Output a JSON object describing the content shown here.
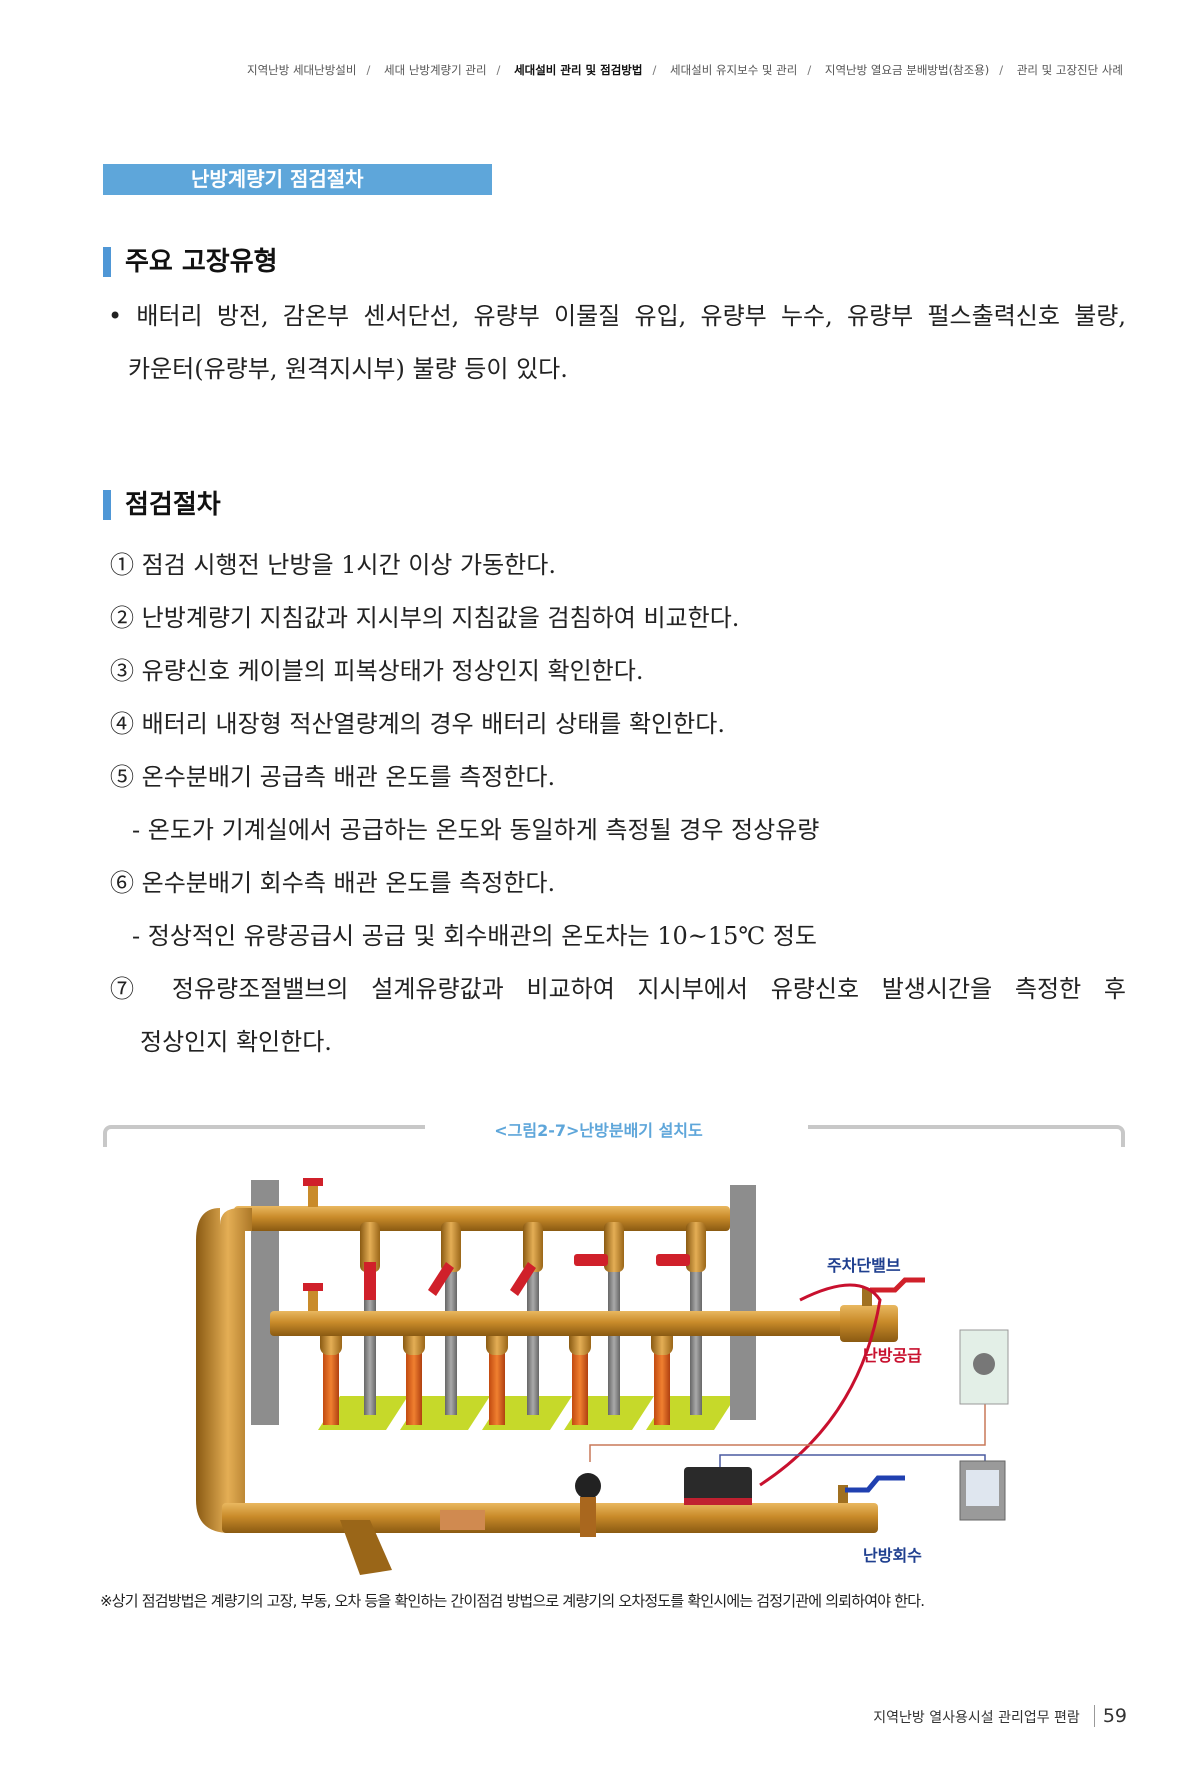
{
  "breadcrumb": [
    "지역난방 세대난방설비",
    "세대 난방계량기 관리",
    "세대설비 관리 및 점검방법",
    "세대설비 유지보수 및 관리",
    "지역난방 열요금 분배방법(참조용)",
    "관리 및 고장진단 사례"
  ],
  "breadcrumb_separator": "/",
  "banner": "난방계량기 점검절차",
  "section1": {
    "title": "주요 고장유형",
    "bullet_mark": "•",
    "line1": "배터리 방전, 감온부 센서단선, 유량부 이물질 유입, 유량부 누수, 유량부 펄스출력신호 불량,",
    "line2": "카운터(유량부, 원격지시부) 불량 등이 있다."
  },
  "section2": {
    "title": "점검절차",
    "steps": [
      "① 점검 시행전 난방을 1시간 이상 가동한다.",
      "② 난방계량기 지침값과 지시부의 지침값을 검침하여 비교한다.",
      "③ 유량신호 케이블의 피복상태가 정상인지 확인한다.",
      "④ 배터리 내장형 적산열량계의 경우 배터리 상태를 확인한다.",
      "⑤ 온수분배기 공급측 배관 온도를 측정한다.",
      "- 온도가 기계실에서 공급하는 온도와 동일하게 측정될 경우 정상유량",
      "⑥ 온수분배기 회수측 배관 온도를 측정한다.",
      "- 정상적인 유량공급시 공급 및 회수배관의 온도차는 10~15℃ 정도",
      "⑦ 정유량조절밸브의 설계유량값과 비교하여 지시부에서 유량신호 발생시간을 측정한 후",
      "정상인지 확인한다."
    ]
  },
  "figure": {
    "caption": "<그림2-7>난방분배기 설치도",
    "labels": {
      "main_valve": "주차단밸브",
      "supply": "난방공급",
      "return": "난방회수"
    }
  },
  "note": "※상기 점검방법은 계량기의 고장, 부동, 오차 등을 확인하는 간이점검 방법으로 계량기의 오차정도를 확인시에는 검정기관에 의뢰하여야 한다.",
  "footer": {
    "title": "지역난방 열사용시설 관리업무 편람",
    "page": "59"
  },
  "colors": {
    "accent": "#5ea6da",
    "supply": "#c8102e",
    "return": "#1f3f8f"
  }
}
